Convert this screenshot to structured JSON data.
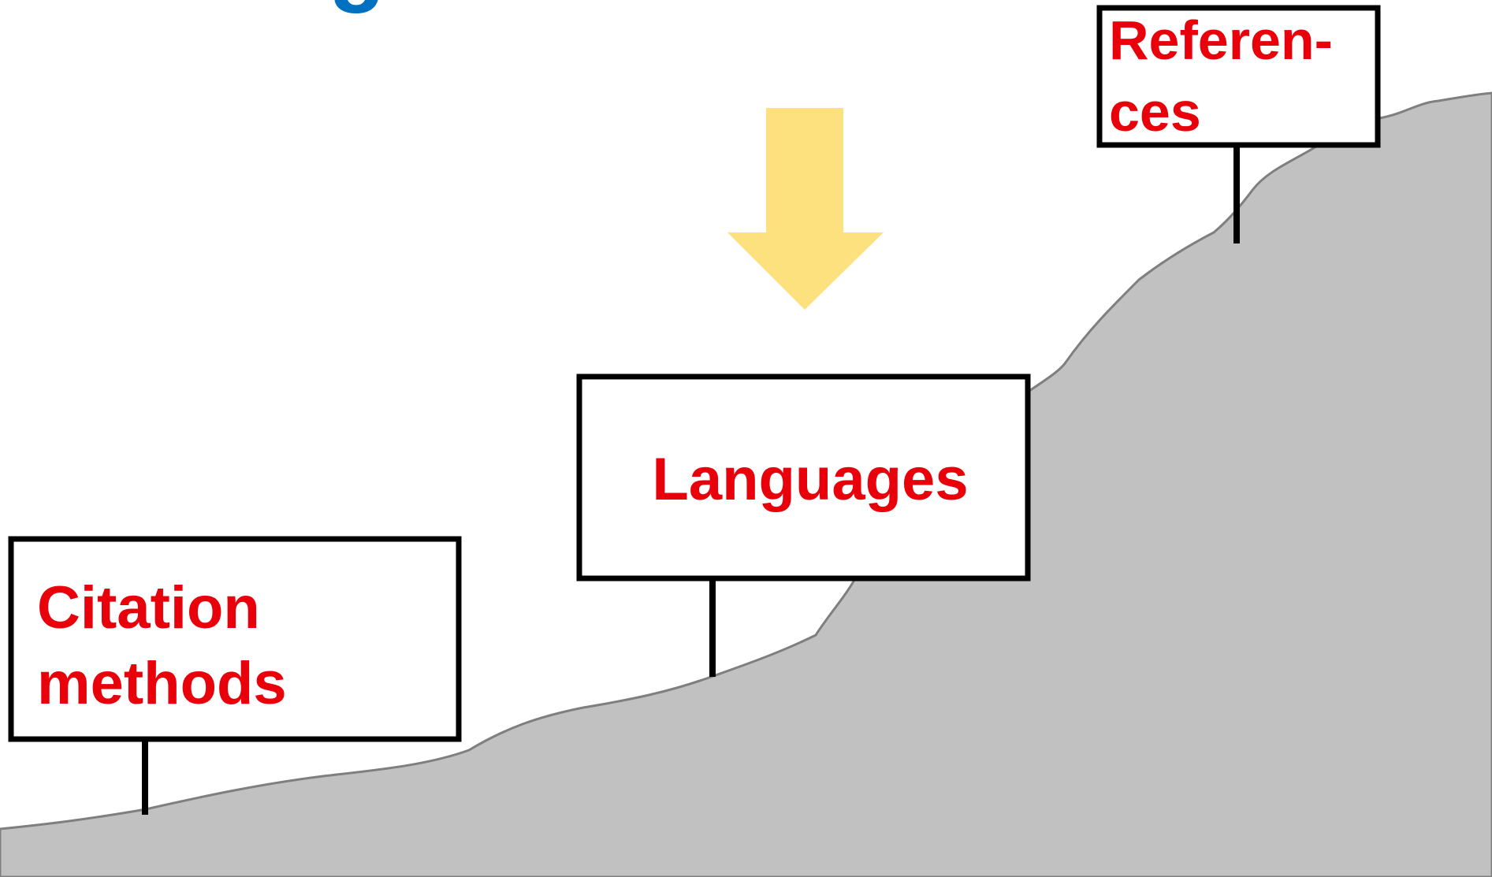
{
  "colors": {
    "hill": "#c1c1c1",
    "hill_edge": "#7f7f7f",
    "sign_border": "#000000",
    "sign_fill": "#ffffff",
    "label_text": "#e8000b",
    "arrow": "#fde17f",
    "title_fragment": "#0070c0"
  },
  "title_fragment": "g",
  "signs": [
    {
      "id": "citation-methods",
      "lines": [
        "Citation",
        "methods"
      ]
    },
    {
      "id": "languages",
      "lines": [
        "Languages"
      ]
    },
    {
      "id": "references",
      "lines": [
        "Referen-",
        "ces"
      ]
    }
  ],
  "arrow": {
    "icon": "arrow-down-icon",
    "points_to": "languages"
  }
}
